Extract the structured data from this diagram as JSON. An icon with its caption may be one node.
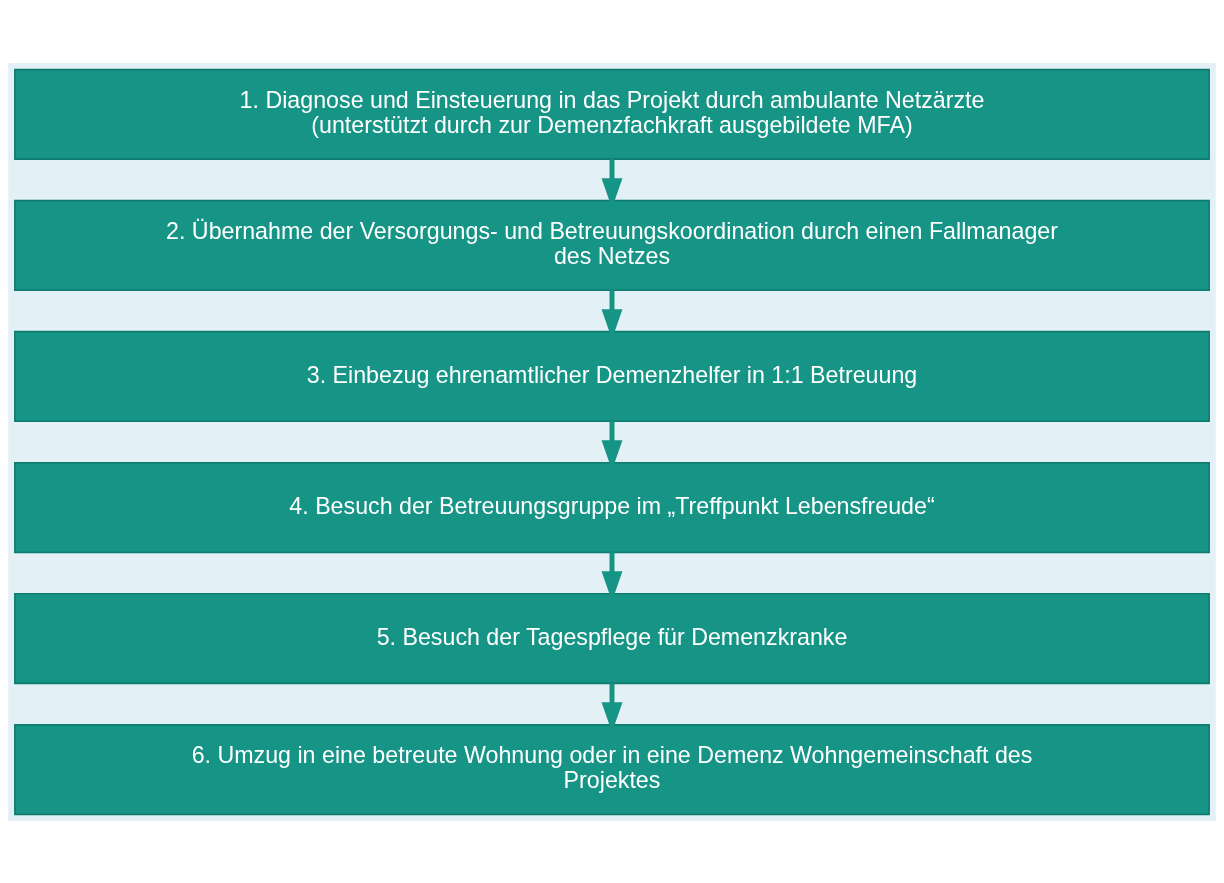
{
  "diagram": {
    "nodes": [
      {
        "text": [
          "1. Diagnose und Einsteuerung in das Projekt durch ambulante Netzärzte (unterstützt durch zur Demenzfachkraft ausgebildete MFA)"
        ]
      },
      {
        "text": [
          "2. Übernahme der Versorgungs- und Betreuungskoordination durch einen Fallmanager des Netzes"
        ]
      },
      {
        "text": [
          "3. Einbezug ehrenamtlicher Demenzhelfer in 1:1 Betreuung"
        ]
      },
      {
        "text": [
          "4. Besuch der Betreuungsgruppe im „Treffpunkt Lebensfreude“"
        ]
      },
      {
        "text": [
          "5. Besuch der Tagespflege für Demenzkranke"
        ]
      },
      {
        "text": [
          "6. Umzug in eine betreute Wohnung oder in eine Demenz Wohngemeinschaft des Projektes"
        ]
      }
    ],
    "edges": [
      {
        "from": 0,
        "to": 1,
        "arrow": "to"
      },
      {
        "from": 1,
        "to": 2,
        "arrow": "to"
      },
      {
        "from": 2,
        "to": 3,
        "arrow": "to"
      },
      {
        "from": 3,
        "to": 4,
        "arrow": "to"
      },
      {
        "from": 4,
        "to": 5,
        "arrow": "to"
      }
    ]
  }
}
